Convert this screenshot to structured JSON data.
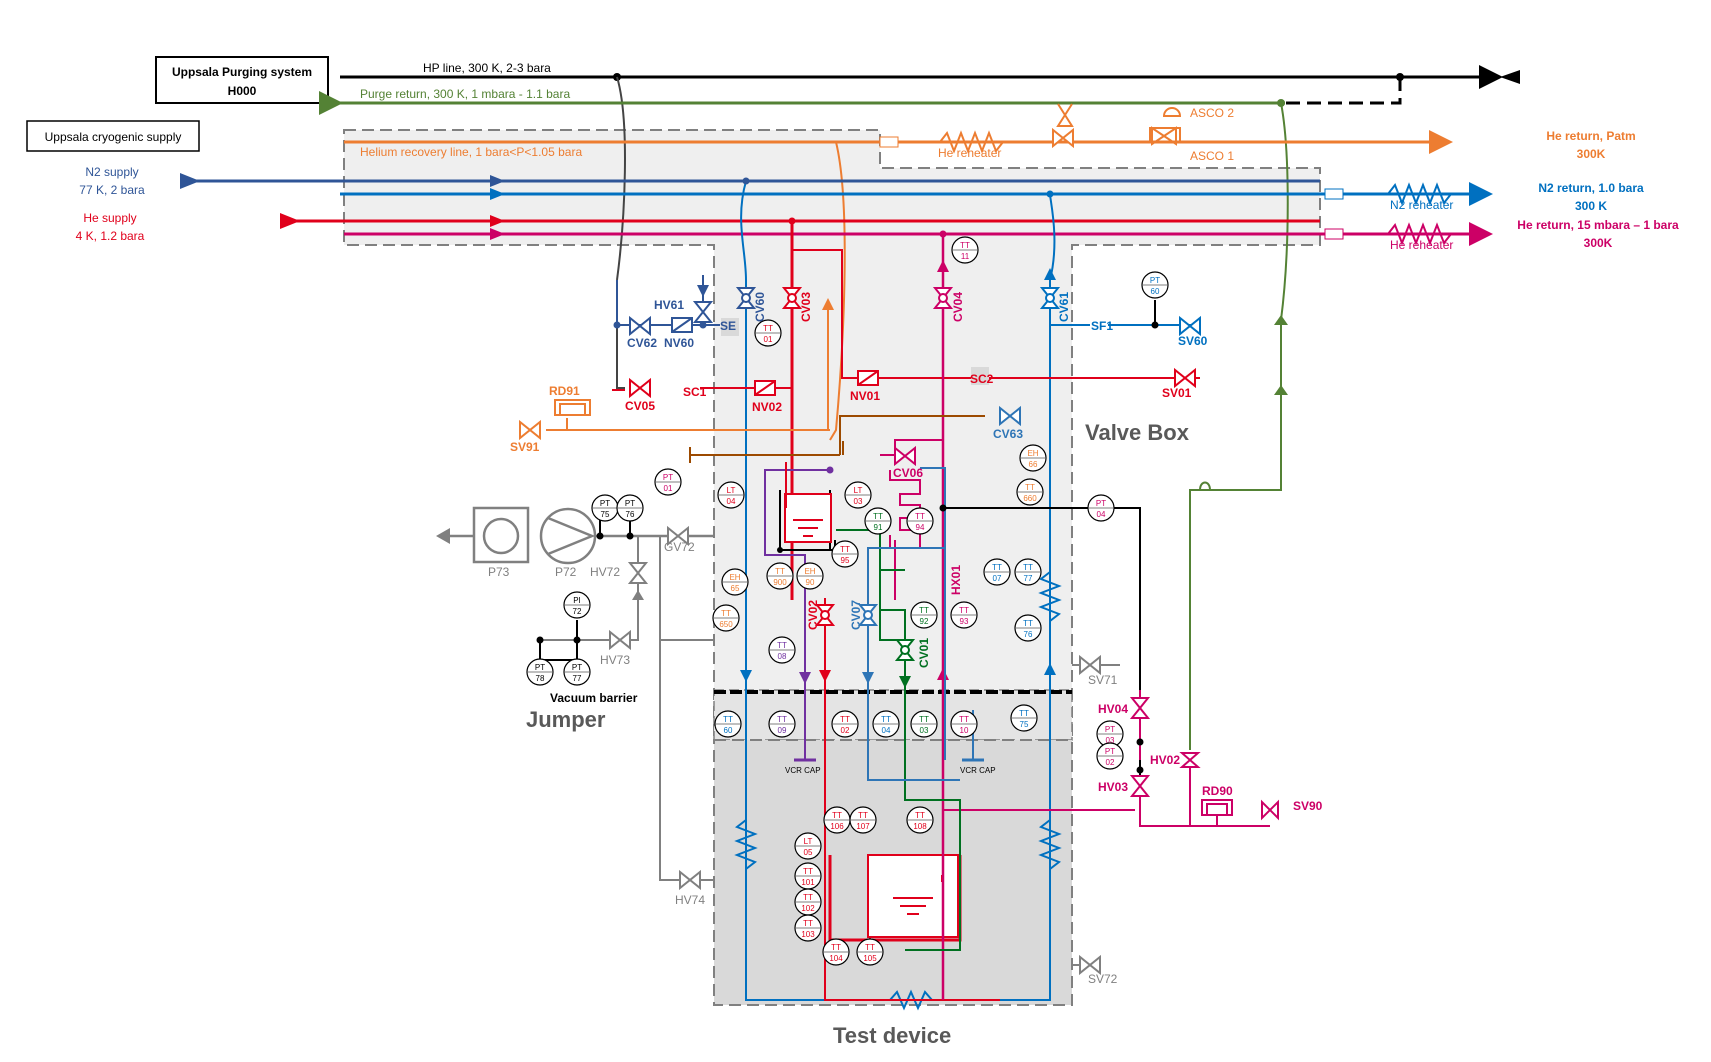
{
  "systems": {
    "purging": {
      "line1": "Uppsala Purging system",
      "line2": "H000"
    },
    "cryo": "Uppsala cryogenic supply"
  },
  "lines": {
    "hp": "HP line, 300 K, 2-3 bara",
    "purge_return": "Purge return, 300 K, 1 mbara - 1.1 bara",
    "helium_recovery": "Helium recovery line, 1 bara<P<1.05 bara"
  },
  "supplies": {
    "n2_supply_1": "N2 supply",
    "n2_supply_2": "77 K, 2 bara",
    "he_supply_1": "He supply",
    "he_supply_2": "4 K, 1.2 bara"
  },
  "returns": {
    "he_return_1": "He return, Patm",
    "he_return_2": "300K",
    "n2_return_1": "N2 return, 1.0 bara",
    "n2_return_2": "300 K",
    "he_return15_1": "He return, 15 mbara – 1 bara",
    "he_return15_2": "300K"
  },
  "heaters": {
    "he_reheater_top": "He reheater",
    "n2_reheater": "N2 reheater",
    "he_reheater": "He reheater"
  },
  "asco": {
    "a2": "ASCO 2",
    "a1": "ASCO 1"
  },
  "areas": {
    "valve_box": "Valve Box",
    "jumper": "Jumper",
    "test_device": "Test device",
    "vacuum_barrier": "Vacuum barrier"
  },
  "valves": {
    "cv60": "CV60",
    "cv03": "CV03",
    "cv04": "CV04",
    "cv61": "CV61",
    "hv61": "HV61",
    "cv62": "CV62",
    "nv60": "NV60",
    "se": "SE",
    "sf1": "SF1",
    "sv60": "SV60",
    "cv05": "CV05",
    "sc1": "SC1",
    "nv02": "NV02",
    "nv01": "NV01",
    "sc2": "SC2",
    "sv01": "SV01",
    "rd91": "RD91",
    "sv91": "SV91",
    "cv63": "CV63",
    "cv06": "CV06",
    "gv72": "GV72",
    "hv72": "HV72",
    "hv73": "HV73",
    "p73": "P73",
    "p72": "P72",
    "cv02": "CV02",
    "cv07": "CV07",
    "cv01": "CV01",
    "hx01": "HX01",
    "sv71": "SV71",
    "hv04": "HV04",
    "hv02": "HV02",
    "hv03": "HV03",
    "rd90": "RD90",
    "sv90": "SV90",
    "hv74": "HV74",
    "sv72": "SV72",
    "vcr1": "VCR CAP",
    "vcr2": "VCR CAP"
  },
  "instruments": [
    {
      "a": "TT",
      "b": "01",
      "c": "#e0001b"
    },
    {
      "a": "TT",
      "b": "11",
      "c": "#cc0066"
    },
    {
      "a": "PT",
      "b": "60",
      "c": "#0070c0"
    },
    {
      "a": "PT",
      "b": "01",
      "c": "#cc0066"
    },
    {
      "a": "LT",
      "b": "04",
      "c": "#e0001b"
    },
    {
      "a": "LT",
      "b": "03",
      "c": "#e0001b"
    },
    {
      "a": "EH",
      "b": "66",
      "c": "#ed7d31"
    },
    {
      "a": "TT",
      "b": "660",
      "c": "#ed7d31"
    },
    {
      "a": "PT",
      "b": "75",
      "c": "#000000"
    },
    {
      "a": "PT",
      "b": "76",
      "c": "#000000"
    },
    {
      "a": "TT",
      "b": "91",
      "c": "#007020"
    },
    {
      "a": "TT",
      "b": "94",
      "c": "#cc0066"
    },
    {
      "a": "PT",
      "b": "04",
      "c": "#cc0066"
    },
    {
      "a": "TT",
      "b": "95",
      "c": "#e0001b"
    },
    {
      "a": "TT",
      "b": "900",
      "c": "#ed7d31"
    },
    {
      "a": "EH",
      "b": "90",
      "c": "#ed7d31"
    },
    {
      "a": "TT",
      "b": "07",
      "c": "#0070c0"
    },
    {
      "a": "TT",
      "b": "77",
      "c": "#0070c0"
    },
    {
      "a": "EH",
      "b": "65",
      "c": "#ed7d31"
    },
    {
      "a": "TT",
      "b": "650",
      "c": "#ed7d31"
    },
    {
      "a": "TT",
      "b": "92",
      "c": "#007020"
    },
    {
      "a": "TT",
      "b": "93",
      "c": "#cc0066"
    },
    {
      "a": "TT",
      "b": "76",
      "c": "#0070c0"
    },
    {
      "a": "PI",
      "b": "72",
      "c": "#000000"
    },
    {
      "a": "TT",
      "b": "08",
      "c": "#7030a0"
    },
    {
      "a": "PT",
      "b": "78",
      "c": "#000000"
    },
    {
      "a": "PT",
      "b": "77",
      "c": "#000000"
    },
    {
      "a": "TT",
      "b": "60",
      "c": "#0070c0"
    },
    {
      "a": "TT",
      "b": "09",
      "c": "#7030a0"
    },
    {
      "a": "TT",
      "b": "02",
      "c": "#e0001b"
    },
    {
      "a": "TT",
      "b": "04",
      "c": "#0070c0"
    },
    {
      "a": "TT",
      "b": "03",
      "c": "#007020"
    },
    {
      "a": "TT",
      "b": "10",
      "c": "#cc0066"
    },
    {
      "a": "TT",
      "b": "75",
      "c": "#0070c0"
    },
    {
      "a": "PT",
      "b": "03",
      "c": "#cc0066"
    },
    {
      "a": "PT",
      "b": "02",
      "c": "#cc0066"
    },
    {
      "a": "TT",
      "b": "106",
      "c": "#e0001b"
    },
    {
      "a": "TT",
      "b": "107",
      "c": "#e0001b"
    },
    {
      "a": "TT",
      "b": "108",
      "c": "#e0001b"
    },
    {
      "a": "LT",
      "b": "05",
      "c": "#e0001b"
    },
    {
      "a": "TT",
      "b": "101",
      "c": "#e0001b"
    },
    {
      "a": "TT",
      "b": "102",
      "c": "#e0001b"
    },
    {
      "a": "TT",
      "b": "103",
      "c": "#e0001b"
    },
    {
      "a": "TT",
      "b": "104",
      "c": "#e0001b"
    },
    {
      "a": "TT",
      "b": "105",
      "c": "#e0001b"
    }
  ],
  "colors": {
    "hp": "#000000",
    "purge": "#548235",
    "recovery": "#ed7d31",
    "n2": "#2f5597",
    "n2_return": "#0070c0",
    "he_supply": "#e0001b",
    "he_return": "#cc0066",
    "vacuum": "#7f7f7f",
    "purple": "#7030a0",
    "brown": "#9c4a00",
    "green": "#007020",
    "teal": "#2e75b6"
  }
}
